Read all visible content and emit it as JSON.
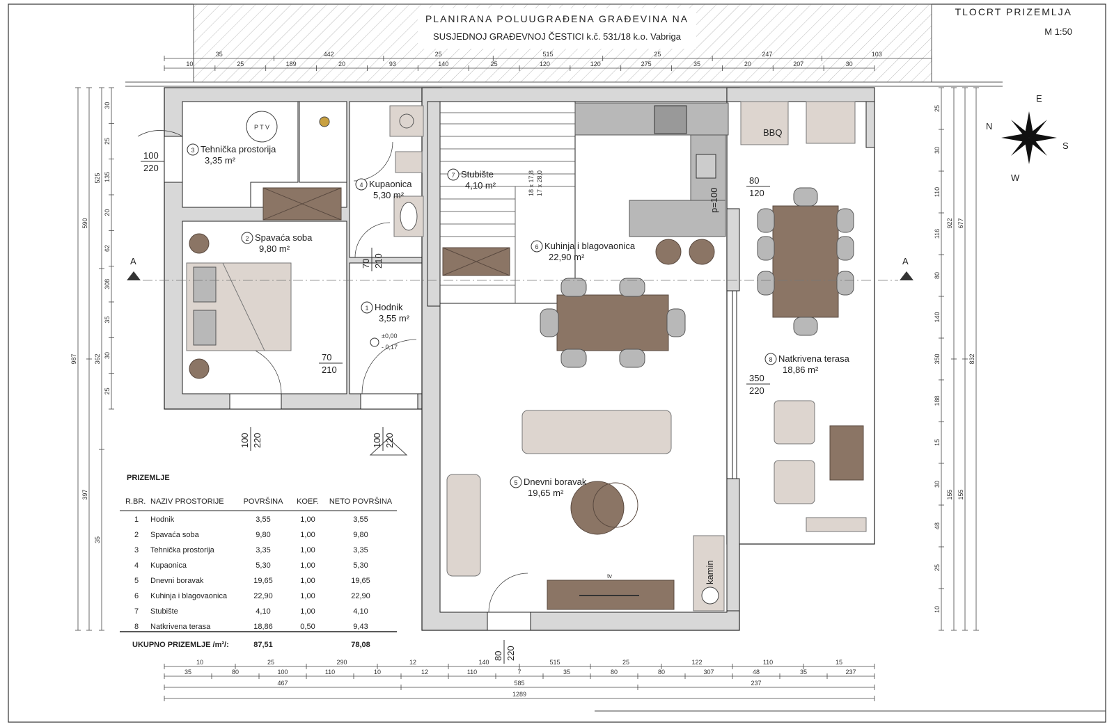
{
  "header": {
    "line1": "PLANIRANA POLUUGRAĐENA GRAĐEVINA NA",
    "line2": "SUSJEDNOJ GRAĐEVNOJ ČESTICI k.č. 531/18 k.o. Vabriga",
    "sheet_title": "TLOCRT PRIZEMLJA",
    "scale": "M 1:50"
  },
  "compass": {
    "n": "N",
    "e": "E",
    "s": "S",
    "w": "W"
  },
  "section_marks": {
    "left": "A",
    "right": "A"
  },
  "rooms": [
    {
      "num": "1",
      "name": "Hodnik",
      "area": "3,55  m²"
    },
    {
      "num": "2",
      "name": "Spavaća soba",
      "area": "9,80  m²"
    },
    {
      "num": "3",
      "name": "Tehnička prostorija",
      "area": "3,35  m²"
    },
    {
      "num": "4",
      "name": "Kupaonica",
      "area": "5,30  m²"
    },
    {
      "num": "5",
      "name": "Dnevni boravak",
      "area": "19,65 m²"
    },
    {
      "num": "6",
      "name": "Kuhinja i blagovaonica",
      "area": "22,90 m²"
    },
    {
      "num": "7",
      "name": "Stubište",
      "area": "4,10  m²"
    },
    {
      "num": "8",
      "name": "Natkrivena terasa",
      "area": "18,86 m²"
    }
  ],
  "labels": {
    "ptv": "P T V",
    "bbq": "BBQ",
    "kamin": "kamin",
    "tv": "tv",
    "level_a": "±0,00",
    "level_b": "- 0,17",
    "parapet": "p=100",
    "stairs_a": "18 x 17,8",
    "stairs_b": "17 x 28,0"
  },
  "doors": [
    {
      "w": "100",
      "h": "220"
    },
    {
      "w": "70",
      "h": "210"
    },
    {
      "w": "70",
      "h": "210"
    },
    {
      "w": "100",
      "h": "220"
    },
    {
      "w": "100",
      "h": "220"
    },
    {
      "w": "80",
      "h": "120"
    },
    {
      "w": "350",
      "h": "220"
    },
    {
      "w": "80",
      "h": "220"
    }
  ],
  "dims": {
    "top1": [
      "35",
      "442",
      "25",
      "515",
      "25",
      "247",
      "103"
    ],
    "top2": [
      "10",
      "25",
      "189",
      "20",
      "93",
      "140",
      "25",
      "120",
      "120",
      "275",
      "35",
      "20",
      "207",
      "30"
    ],
    "bot1": [
      "10",
      "25",
      "290",
      "12",
      "140",
      "515",
      "25",
      "122",
      "110",
      "15"
    ],
    "bot2": [
      "35",
      "80",
      "100",
      "110",
      "10",
      "12",
      "110",
      "7",
      "35",
      "80",
      "80",
      "307",
      "48",
      "35",
      "237"
    ],
    "bot3": [
      "467",
      "585",
      "237"
    ],
    "bot4": [
      "1289"
    ],
    "left1": [
      "30",
      "25",
      "135",
      "20",
      "62",
      "308",
      "35",
      "30",
      "25"
    ],
    "left2": [
      "525",
      "362",
      "35"
    ],
    "left3": [
      "590",
      "397"
    ],
    "left4": [
      "987"
    ],
    "right1": [
      "25",
      "30",
      "110",
      "116",
      "80",
      "140",
      "350",
      "188",
      "15",
      "30",
      "48",
      "25",
      "10"
    ],
    "right2": [
      "922",
      "155"
    ],
    "right3": [
      "677",
      "155"
    ],
    "right4": [
      "832"
    ]
  },
  "table": {
    "title": "PRIZEMLJE",
    "headers": [
      "R.BR.",
      "NAZIV PROSTORIJE",
      "POVRŠINA",
      "KOEF.",
      "NETO POVRŠINA"
    ],
    "rows": [
      [
        "1",
        "Hodnik",
        "3,55",
        "1,00",
        "3,55"
      ],
      [
        "2",
        "Spavaća soba",
        "9,80",
        "1,00",
        "9,80"
      ],
      [
        "3",
        "Tehnička prostorija",
        "3,35",
        "1,00",
        "3,35"
      ],
      [
        "4",
        "Kupaonica",
        "5,30",
        "1,00",
        "5,30"
      ],
      [
        "5",
        "Dnevni boravak",
        "19,65",
        "1,00",
        "19,65"
      ],
      [
        "6",
        "Kuhinja i blagovaonica",
        "22,90",
        "1,00",
        "22,90"
      ],
      [
        "7",
        "Stubište",
        "4,10",
        "1,00",
        "4,10"
      ],
      [
        "8",
        "Natkrivena terasa",
        "18,86",
        "0,50",
        "9,43"
      ]
    ],
    "total_label": "UKUPNO PRIZEMLJE /m²/:",
    "total_area": "87,51",
    "total_net": "78,08"
  },
  "colors": {
    "furniture": "#8b7565",
    "wall": "#222222",
    "hatch": "#bbbbbb"
  }
}
